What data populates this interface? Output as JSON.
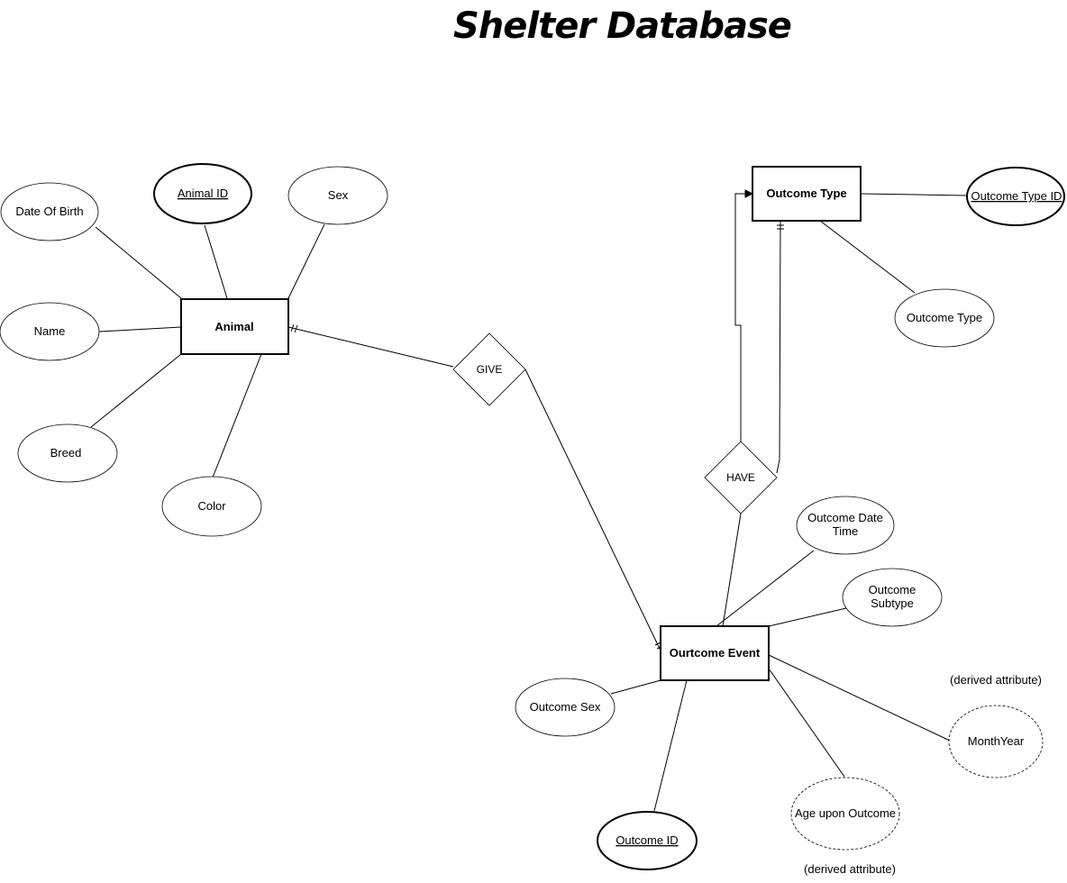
{
  "title": "Shelter Database",
  "entities": {
    "animal": "Animal",
    "outcome_type": "Outcome Type",
    "outcome_event": "Ourtcome Event"
  },
  "relationships": {
    "give": "GIVE",
    "have": "HAVE"
  },
  "attributes": {
    "date_of_birth": "Date Of Birth",
    "animal_id": "Animal ID",
    "sex": "Sex",
    "name": "Name",
    "breed": "Breed",
    "color": "Color",
    "outcome_type_id": "Outcome Type ID",
    "outcome_type_attr": "Outcome Type",
    "outcome_date_time_1": "Outcome Date",
    "outcome_date_time_2": "Time",
    "outcome_subtype_1": "Outcome",
    "outcome_subtype_2": "Subtype",
    "outcome_sex": "Outcome Sex",
    "outcome_id": "Outcome ID",
    "age_upon_outcome": "Age upon Outcome",
    "month_year": "MonthYear"
  },
  "notes": {
    "derived_month_year": "(derived attribute)",
    "derived_age": "(derived attribute)"
  }
}
